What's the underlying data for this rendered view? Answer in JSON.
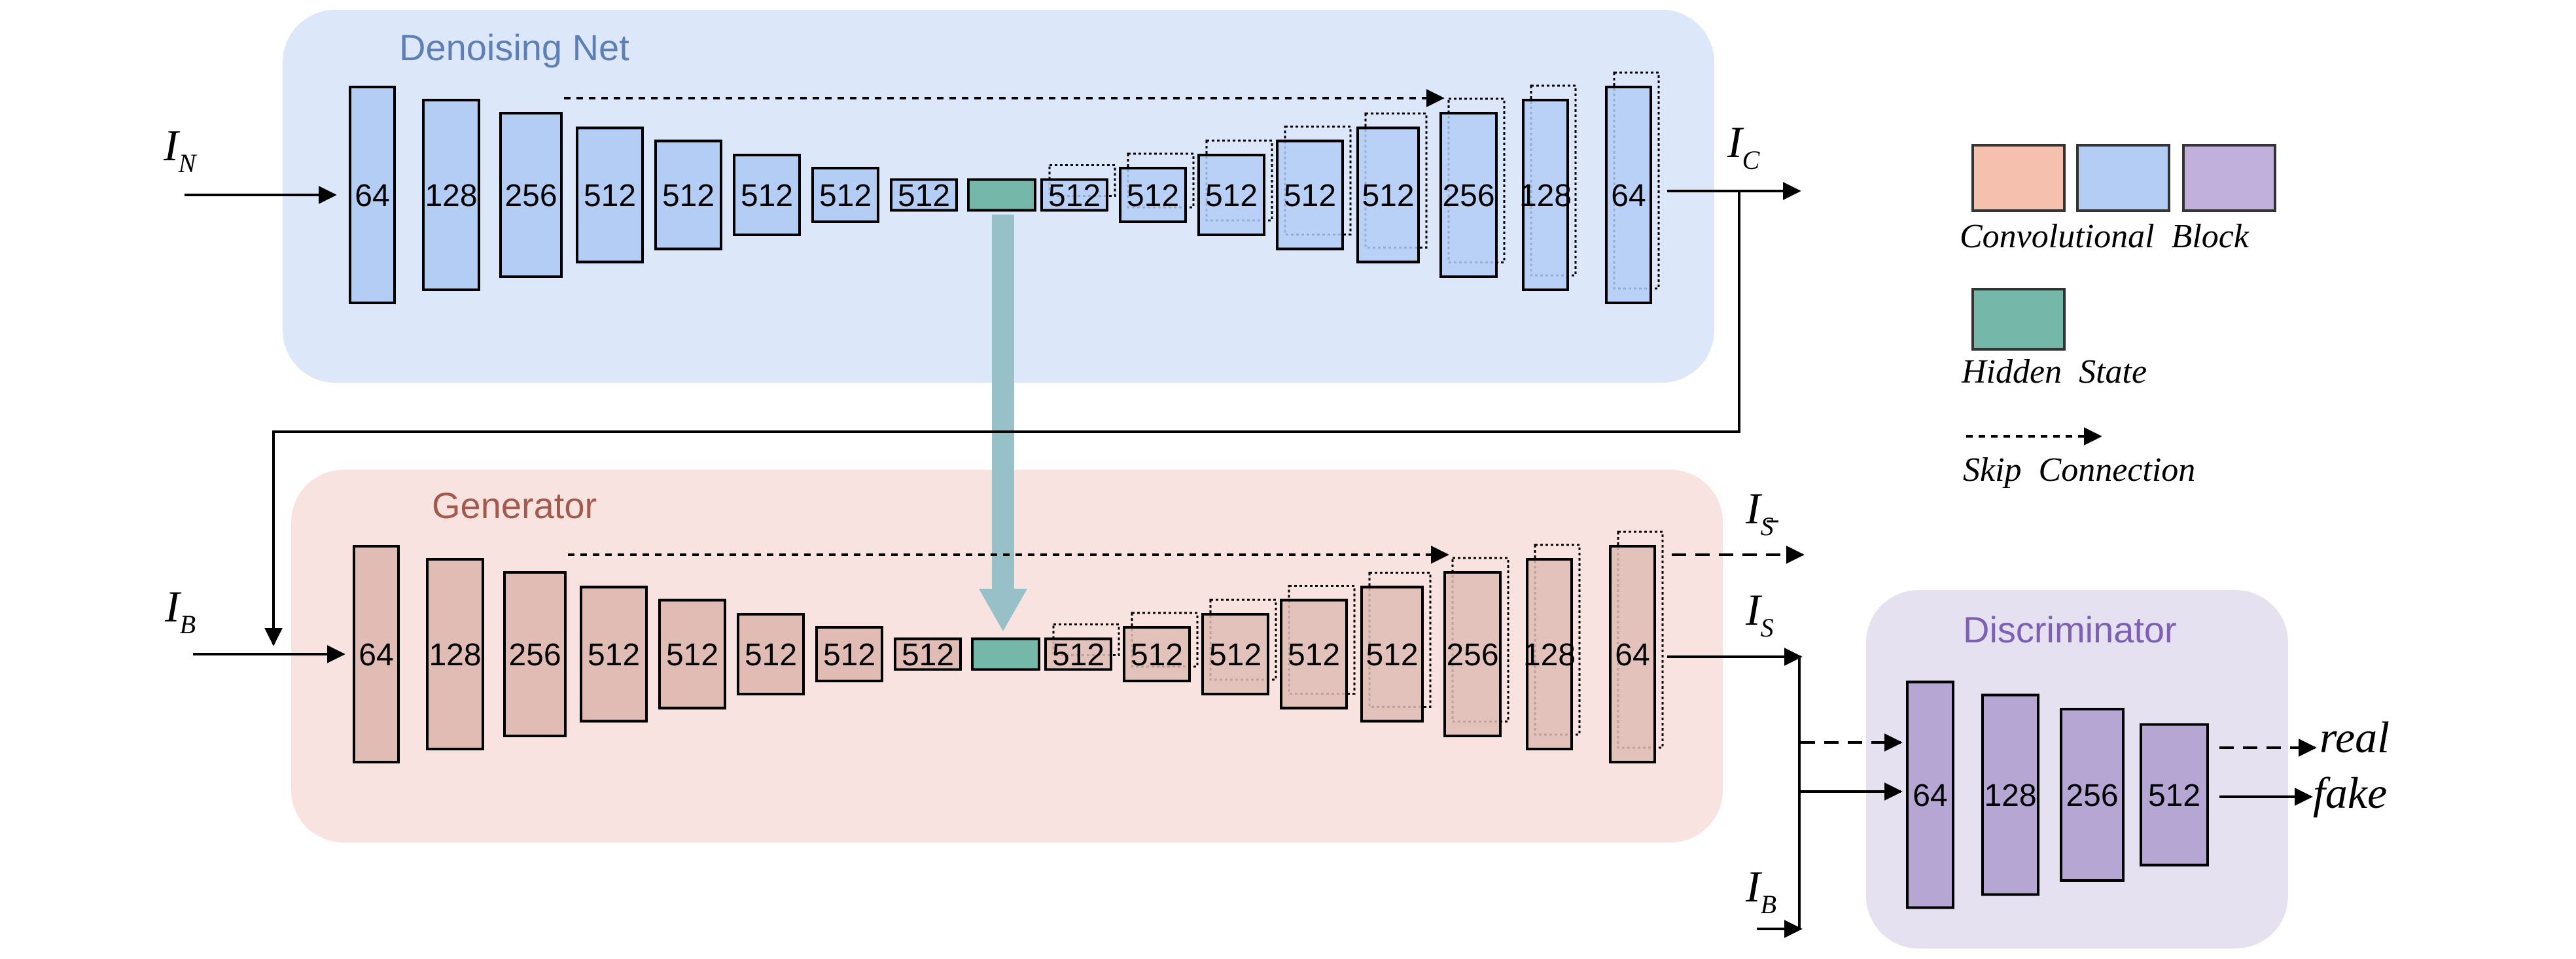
{
  "panels": {
    "denoising": {
      "title": "Denoising Net"
    },
    "generator": {
      "title": "Generator"
    },
    "discriminator": {
      "title": "Discriminator"
    }
  },
  "denoising_blocks": [
    "64",
    "128",
    "256",
    "512",
    "512",
    "512",
    "512",
    "512",
    "",
    "512",
    "512",
    "512",
    "512",
    "512",
    "256",
    "128",
    "64"
  ],
  "generator_blocks": [
    "64",
    "128",
    "256",
    "512",
    "512",
    "512",
    "512",
    "512",
    "",
    "512",
    "512",
    "512",
    "512",
    "512",
    "256",
    "128",
    "64"
  ],
  "discriminator_blocks": [
    "64",
    "128",
    "256",
    "512"
  ],
  "io_labels": {
    "in_denoise": {
      "base": "I",
      "sub": "N"
    },
    "out_denoise": {
      "base": "I",
      "sub": "C"
    },
    "in_gen": {
      "base": "I",
      "sub": "B"
    },
    "out_gen_bar": {
      "base": "I",
      "sub": "S"
    },
    "out_gen": {
      "base": "I",
      "sub": "S"
    },
    "in_disc_b": {
      "base": "I",
      "sub": "B"
    }
  },
  "outputs": {
    "real": "real",
    "fake": "fake"
  },
  "legend": {
    "conv_label": "Convolutional  Block",
    "hidden_label": "Hidden  State",
    "skip_label": "Skip  Connection"
  },
  "colors": {
    "denoise_panel": "#dce8fa",
    "denoise_block": "#b3cdf5",
    "gen_panel": "#f8e3e1",
    "gen_block": "#e0bcb5",
    "disc_panel": "#e6e1f0",
    "disc_block": "#b6a6d4",
    "hidden": "#75b7a8",
    "hidden_connector": "#98c0c8",
    "legend_salmon": "#f5c0ae",
    "legend_blue": "#b3cdf5",
    "legend_purple": "#c0b0db",
    "denoise_title": "#5d7fb5",
    "gen_title": "#a35a4c",
    "disc_title": "#7d5fb3"
  }
}
